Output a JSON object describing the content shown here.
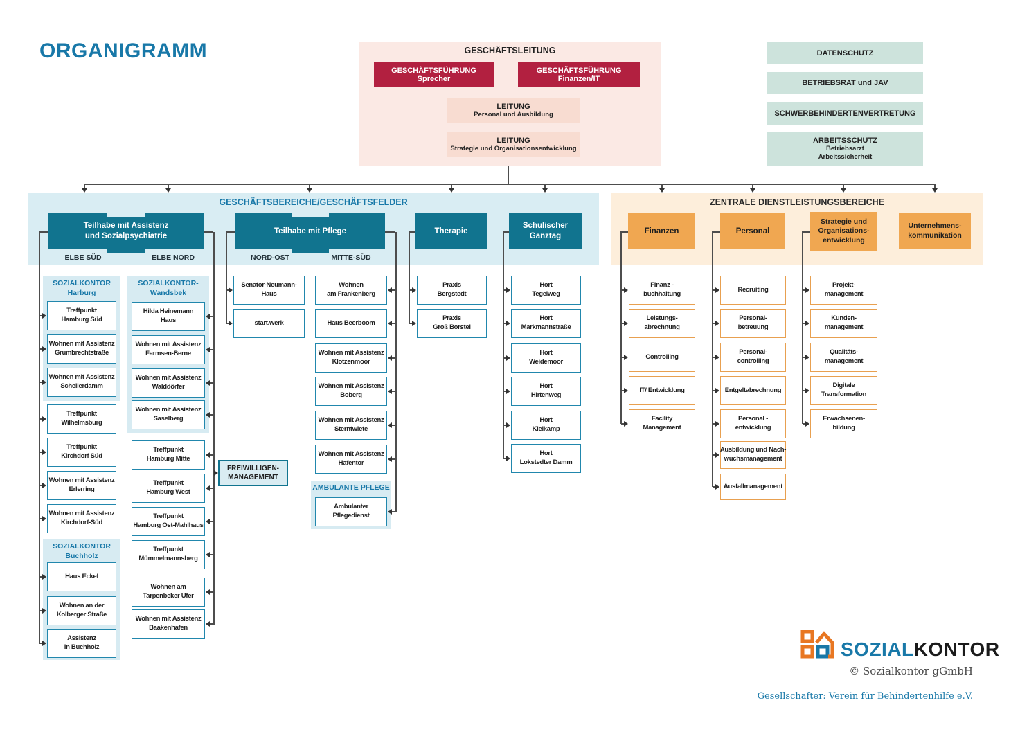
{
  "title": "ORGANIGRAMM",
  "leadership": {
    "title": "GESCHÄFTSLEITUNG",
    "executives": [
      {
        "l1": "GESCHÄFTSFÜHRUNG",
        "l2": "Sprecher"
      },
      {
        "l1": "GESCHÄFTSFÜHRUNG",
        "l2": "Finanzen/IT"
      }
    ],
    "leads": [
      {
        "l1": "LEITUNG",
        "l2": "Personal und Ausbildung"
      },
      {
        "l1": "LEITUNG",
        "l2": "Strategie und Organisationsentwicklung"
      }
    ]
  },
  "committees": [
    {
      "title": "DATENSCHUTZ",
      "sub": ""
    },
    {
      "title": "BETRIEBSRAT und JAV",
      "sub": ""
    },
    {
      "title": "SCHWERBEHINDERTENVERTRETUNG",
      "sub": ""
    },
    {
      "title": "ARBEITSSCHUTZ",
      "sub": "Betriebsarzt\nArbeitssicherheit"
    }
  ],
  "bands": {
    "business": "GESCHÄFTSBEREICHE/GESCHÄFTSFELDER",
    "central": "ZENTRALE DIENSTLEISTUNGSBEREICHE"
  },
  "branches": [
    {
      "label": "Teilhabe mit Assistenz\nund Sozialpsychiatrie"
    },
    {
      "label": "Teilhabe mit Pflege"
    },
    {
      "label": "Therapie"
    },
    {
      "label": "Schulischer\nGanztag"
    },
    {
      "label": "Finanzen"
    },
    {
      "label": "Personal"
    },
    {
      "label": "Strategie und\nOrganisations-\nentwicklung"
    },
    {
      "label": "Unternehmens-\nkommunikation"
    }
  ],
  "regions": [
    "ELBE SÜD",
    "ELBE NORD",
    "NORD-OST",
    "MITTE-SÜD"
  ],
  "freiwilligen": "FREIWILLIGEN-\nMANAGEMENT",
  "columns": [
    {
      "id": "elbe-sued",
      "items": [
        {
          "type": "group",
          "label": "SOZIALKONTOR\nHarburg"
        },
        {
          "label": "Treffpunkt\nHamburg Süd"
        },
        {
          "label": "Wohnen mit Assistenz\nGrumbrechtstraße"
        },
        {
          "label": "Wohnen mit Assistenz\nSchellerdamm"
        },
        {
          "label": "Treffpunkt\nWilhelmsburg"
        },
        {
          "label": "Treffpunkt\nKirchdorf Süd"
        },
        {
          "label": "Wohnen mit Assistenz\nErlerring"
        },
        {
          "label": "Wohnen mit Assistenz\nKirchdorf-Süd"
        },
        {
          "type": "group",
          "label": "SOZIALKONTOR\nBuchholz"
        },
        {
          "label": "Haus Eckel"
        },
        {
          "label": "Wohnen an der\nKolberger Straße"
        },
        {
          "label": "Assistenz\nin Buchholz"
        }
      ]
    },
    {
      "id": "elbe-nord",
      "items": [
        {
          "type": "group",
          "label": "SOZIALKONTOR-\nWandsbek"
        },
        {
          "label": "Hilda Heinemann\nHaus"
        },
        {
          "label": "Wohnen mit Assistenz\nFarmsen-Berne"
        },
        {
          "label": "Wohnen mit Assistenz\nWalddörfer"
        },
        {
          "label": "Wohnen mit Assistenz\nSaselberg"
        },
        {
          "label": "Treffpunkt\nHamburg Mitte"
        },
        {
          "label": "Treffpunkt\nHamburg West"
        },
        {
          "label": "Treffpunkt\nHamburg Ost-Mahlhaus"
        },
        {
          "label": "Treffpunkt\nMümmelmannsberg"
        },
        {
          "label": "Wohnen am\nTarpenbeker Ufer"
        },
        {
          "label": "Wohnen mit Assistenz\nBaakenhafen"
        }
      ]
    },
    {
      "id": "nord-ost",
      "items": [
        {
          "label": "Senator-Neumann-\nHaus"
        },
        {
          "label": "start.werk"
        }
      ]
    },
    {
      "id": "mitte-sued",
      "items": [
        {
          "label": "Wohnen\nam Frankenberg"
        },
        {
          "label": "Haus Beerboom"
        },
        {
          "label": "Wohnen mit Assistenz\nKlotzenmoor"
        },
        {
          "label": "Wohnen mit Assistenz\nBoberg"
        },
        {
          "label": "Wohnen mit Assistenz\nSterntwiete"
        },
        {
          "label": "Wohnen mit Assistenz\nHafentor"
        },
        {
          "type": "group",
          "label": "AMBULANTE PFLEGE"
        },
        {
          "label": "Ambulanter\nPflegedienst"
        }
      ]
    },
    {
      "id": "therapie",
      "items": [
        {
          "label": "Praxis\nBergstedt"
        },
        {
          "label": "Praxis\nGroß Borstel"
        }
      ]
    },
    {
      "id": "schulischer-ganztag",
      "items": [
        {
          "label": "Hort\nTegelweg"
        },
        {
          "label": "Hort\nMarkmannstraße"
        },
        {
          "label": "Hort\nWeidemoor"
        },
        {
          "label": "Hort\nHirtenweg"
        },
        {
          "label": "Hort\nKielkamp"
        },
        {
          "label": "Hort\nLokstedter Damm"
        }
      ]
    },
    {
      "id": "finanzen",
      "items": [
        {
          "label": "Finanz -\nbuchhaltung"
        },
        {
          "label": "Leistungs-\nabrechnung"
        },
        {
          "label": "Controlling"
        },
        {
          "label": "IT/ Entwicklung"
        },
        {
          "label": "Facility\nManagement"
        }
      ]
    },
    {
      "id": "personal",
      "items": [
        {
          "label": "Recruiting"
        },
        {
          "label": "Personal-\nbetreuung"
        },
        {
          "label": "Personal-\ncontrolling"
        },
        {
          "label": "Entgeltabrechnung"
        },
        {
          "label": "Personal -\nentwicklung"
        },
        {
          "label": "Ausbildung und Nach-\nwuchsmanagement"
        },
        {
          "label": "Ausfallmanagement"
        }
      ]
    },
    {
      "id": "strategie",
      "items": [
        {
          "label": "Projekt-\nmanagement"
        },
        {
          "label": "Kunden-\nmanagement"
        },
        {
          "label": "Qualitäts-\nmanagement"
        },
        {
          "label": "Digitale\nTransformation"
        },
        {
          "label": "Erwachsenen-\nbildung"
        }
      ]
    }
  ],
  "footer": {
    "brand_sozial": "SOZIAL",
    "brand_kontor": "KONTOR",
    "copyright": "© Sozialkontor gGmbH",
    "shareholder": "Gesellschafter: Verein für Behindertenhilfe e.V."
  },
  "colors": {
    "teal_dark": "#11748f",
    "teal_text": "#1878a8",
    "band_blue": "#d9edf3",
    "panel_blue": "#d7ebf2",
    "red": "#b22040",
    "pink_band": "#fbe9e4",
    "pink_light": "#f8dcd1",
    "green": "#cde3dc",
    "orange": "#f0a751",
    "orange_band": "#fdeedb",
    "orange_border": "#e8a050",
    "line": "#4d4d4d"
  }
}
